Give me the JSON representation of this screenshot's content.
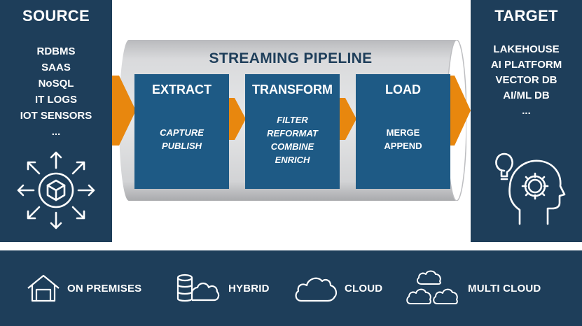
{
  "source": {
    "title": "SOURCE",
    "items": [
      "RDBMS",
      "SAAS",
      "NoSQL",
      "IT LOGS",
      "IOT SENSORS",
      "..."
    ]
  },
  "pipeline": {
    "title": "STREAMING PIPELINE",
    "stages": [
      {
        "title": "EXTRACT",
        "items": [
          "CAPTURE",
          "PUBLISH"
        ]
      },
      {
        "title": "TRANSFORM",
        "items": [
          "FILTER",
          "REFORMAT",
          "COMBINE",
          "ENRICH"
        ]
      },
      {
        "title": "LOAD",
        "items": [
          "MERGE",
          "APPEND"
        ]
      }
    ]
  },
  "target": {
    "title": "TARGET",
    "items": [
      "LAKEHOUSE",
      "AI PLATFORM",
      "VECTOR DB",
      "AI/ML DB",
      "..."
    ]
  },
  "deployment": [
    {
      "label": "ON PREMISES",
      "icon": "house-icon"
    },
    {
      "label": "HYBRID",
      "icon": "hybrid-icon"
    },
    {
      "label": "CLOUD",
      "icon": "cloud-icon"
    },
    {
      "label": "MULTI CLOUD",
      "icon": "multi-cloud-icon"
    }
  ],
  "colors": {
    "navy": "#1e3e5a",
    "stage_blue": "#1e5a85",
    "arrow_orange": "#e8870e",
    "pipe_gray": "#c9cacc"
  }
}
